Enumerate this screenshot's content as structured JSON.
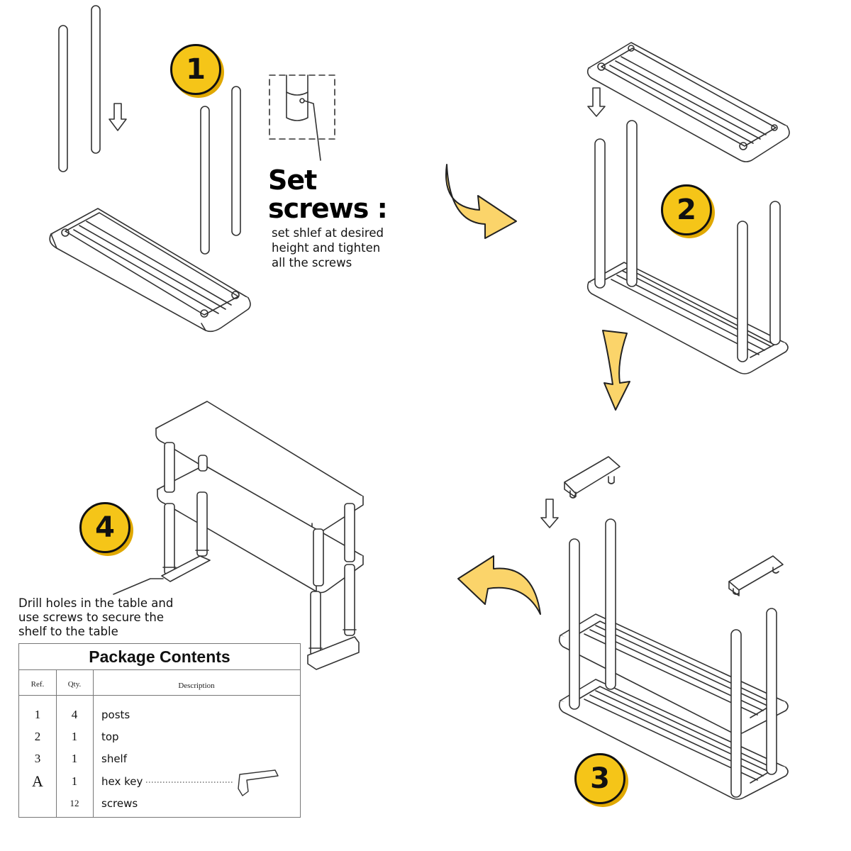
{
  "steps": [
    {
      "number": "1"
    },
    {
      "number": "2"
    },
    {
      "number": "3"
    },
    {
      "number": "4"
    }
  ],
  "set_screws": {
    "line1": "Set",
    "line2": "screws :",
    "note": [
      "set shlef at desired",
      "height and tighten",
      "all the screws"
    ]
  },
  "drill_note": [
    "Drill holes in the table and",
    "use screws to secure the",
    "shelf to the table"
  ],
  "package_contents": {
    "title": "Package Contents",
    "headers": {
      "ref": "Ref.",
      "qty": "Qty.",
      "description": "Description"
    },
    "rows": [
      {
        "ref": "1",
        "qty": "4",
        "desc": "posts"
      },
      {
        "ref": "2",
        "qty": "1",
        "desc": "top"
      },
      {
        "ref": "3",
        "qty": "1",
        "desc": "shelf"
      },
      {
        "ref": "A",
        "qty": "1",
        "desc": "hex key"
      },
      {
        "ref": "",
        "qty": "12",
        "desc": "screws"
      }
    ]
  },
  "colors": {
    "badge": "#f5c518",
    "arrow": "#fbd46a",
    "line": "#333333"
  }
}
